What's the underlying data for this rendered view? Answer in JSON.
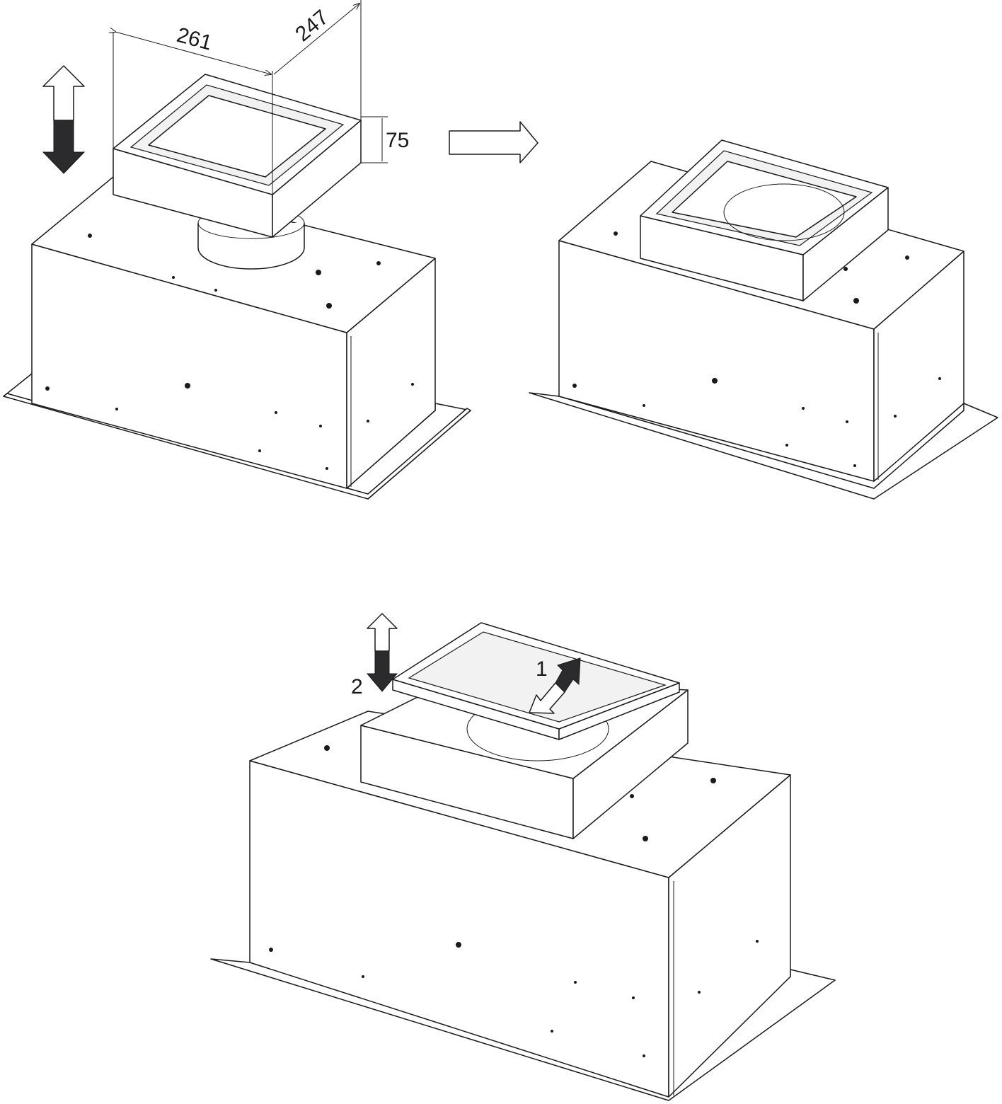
{
  "dimensions": {
    "width": "261",
    "depth": "247",
    "height": "75"
  },
  "steps": {
    "step1": "1",
    "step2": "2"
  },
  "colors": {
    "line": "#1a1a1a",
    "arrow_dark": "#2b2b2e"
  }
}
